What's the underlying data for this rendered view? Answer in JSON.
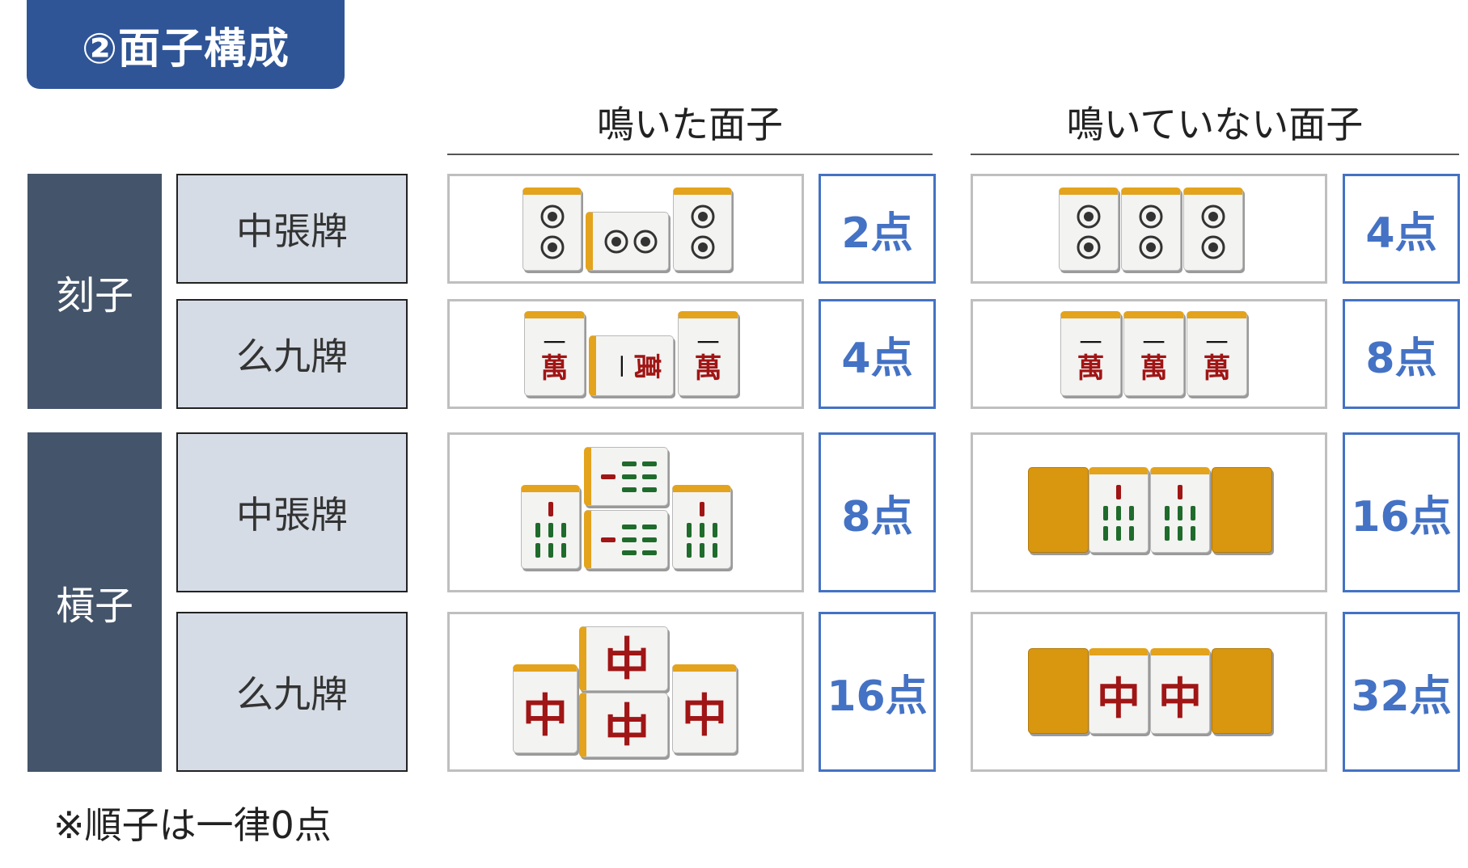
{
  "title": "②面子構成",
  "columns": {
    "called": "鳴いた面子",
    "closed": "鳴いていない面子"
  },
  "groups": [
    {
      "label": "刻子",
      "rows": [
        {
          "label": "中張牌",
          "called_score": "2点",
          "closed_score": "4点",
          "tile": "pin2"
        },
        {
          "label": "么九牌",
          "called_score": "4点",
          "closed_score": "8点",
          "tile": "man1"
        }
      ]
    },
    {
      "label": "槓子",
      "rows": [
        {
          "label": "中張牌",
          "called_score": "8点",
          "closed_score": "16点",
          "tile": "sou7"
        },
        {
          "label": "么九牌",
          "called_score": "16点",
          "closed_score": "32点",
          "tile": "chun"
        }
      ]
    }
  ],
  "footnote": "※順子は一律0点",
  "tile_text": {
    "man1_top": "一",
    "man1_bottom": "萬",
    "chun": "中"
  },
  "colors": {
    "title_bg": "#2f5597",
    "group_bg": "#44546a",
    "sub_bg": "#d6dce5",
    "score_color": "#4472c4",
    "tile_back": "#d9960f"
  }
}
